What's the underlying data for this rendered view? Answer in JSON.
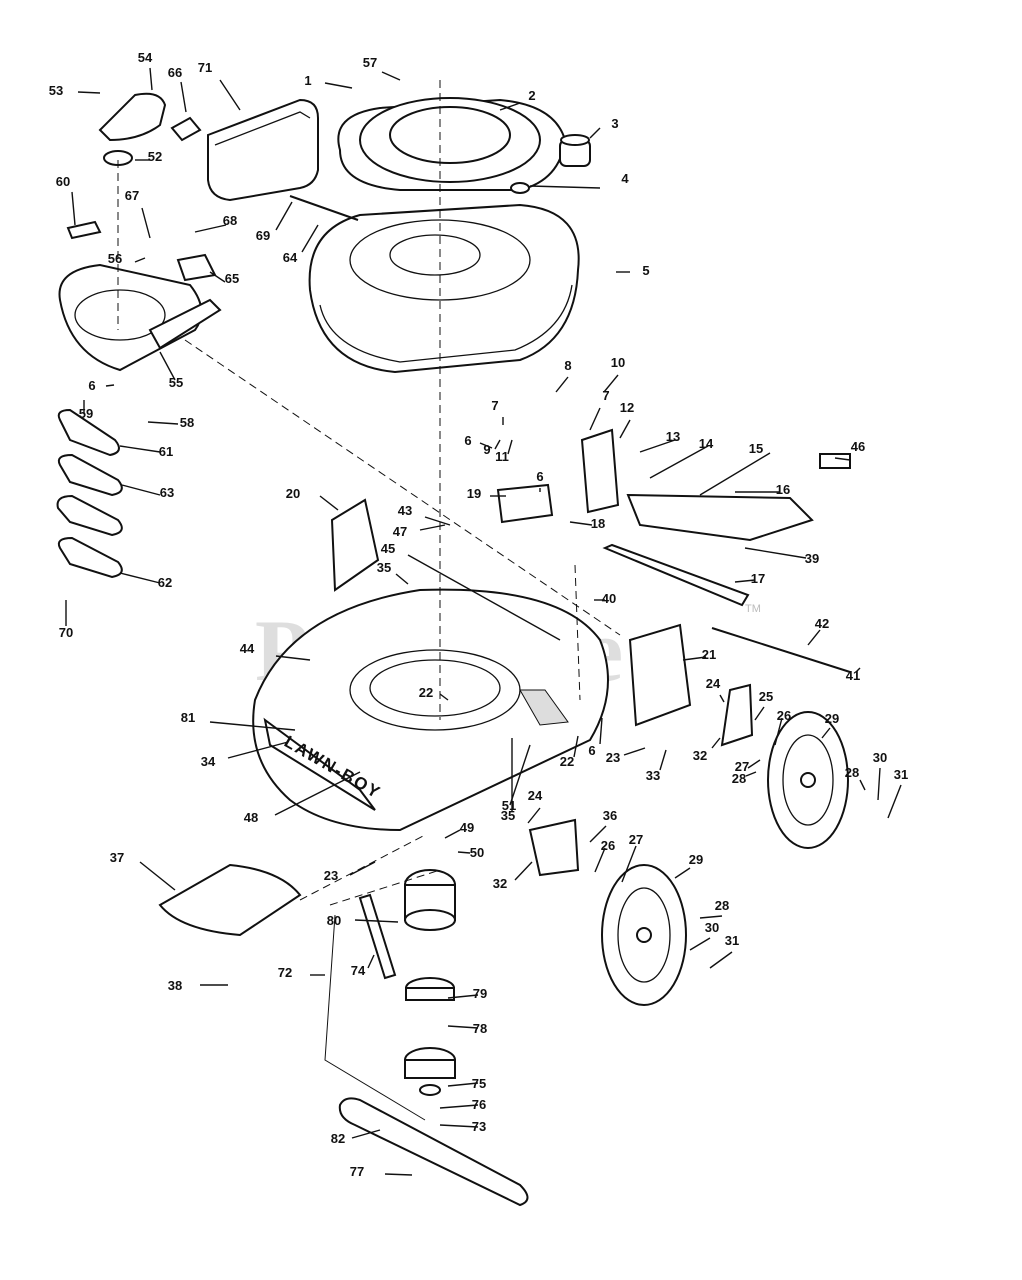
{
  "watermark": {
    "text": "PartsTree",
    "trademark": "TM"
  },
  "logo": {
    "text": "LAWN-BOY"
  },
  "labels": [
    "1",
    "2",
    "3",
    "4",
    "5",
    "6",
    "7",
    "8",
    "9",
    "10",
    "11",
    "12",
    "13",
    "14",
    "15",
    "16",
    "17",
    "18",
    "19",
    "20",
    "21",
    "22",
    "23",
    "24",
    "25",
    "26",
    "27",
    "28",
    "29",
    "30",
    "31",
    "32",
    "33",
    "34",
    "35",
    "36",
    "37",
    "38",
    "39",
    "40",
    "41",
    "42",
    "43",
    "44",
    "45",
    "46",
    "47",
    "48",
    "49",
    "50",
    "51",
    "52",
    "53",
    "54",
    "55",
    "56",
    "57",
    "58",
    "59",
    "60",
    "61",
    "62",
    "63",
    "64",
    "65",
    "66",
    "67",
    "68",
    "69",
    "70",
    "71",
    "72",
    "73",
    "74",
    "75",
    "76",
    "77",
    "78",
    "79",
    "80",
    "81",
    "82"
  ]
}
